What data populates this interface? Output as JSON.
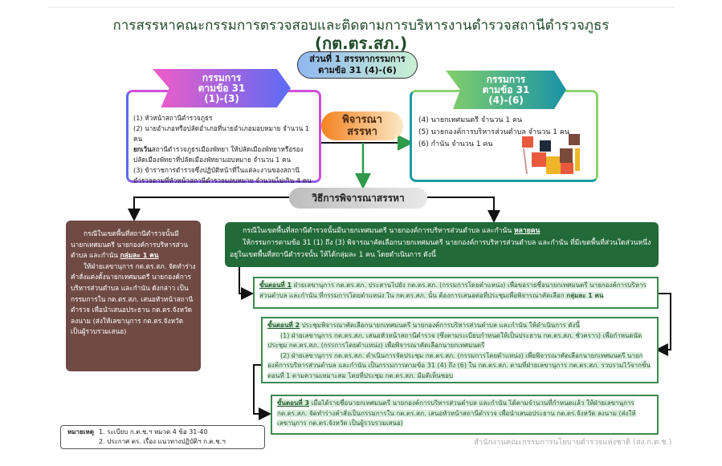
{
  "title": "การสรรหาคณะกรรมการตรวจสอบและติดตามการบริหารงานตำรวจสถานีตำรวจภูธร",
  "subtitle": "(กต.ตร.สภ.)",
  "section_pill": {
    "line1": "ส่วนที่ 1 สรรหากรรมการ",
    "line2": "ตามข้อ 31 (4)-(6)"
  },
  "left_panel": {
    "ribbon": [
      "กรรมการ",
      "ตามข้อ 31",
      "(1)-(3)"
    ],
    "items": [
      "(1) หัวหน้าสถานีตำรวจภูธร",
      "(2) นายอำเภอหรือปลัดอำเภอที่นายอำเภอมอบหมาย จำนวน 1 คน",
      "ยกเว้น",
      "สถานีตำรวจภูธรเมืองพัทยา ให้ปลัดเมืองพัทยาหรือรองปลัดเมืองพัทยาที่ปลัดเมืองพัทยามอบหมาย จำนวน 1 คน",
      "(3) ข้าราชการตำรวจซึ่งปฏิบัติหน้าที่ในแต่ละงานของสถานีตำรวจตามที่หัวหน้าสถานีตำรวจมอบหมาย จำนวนไม่เกิน 4 คน"
    ]
  },
  "right_panel": {
    "ribbon": [
      "กรรมการ",
      "ตามข้อ 31",
      "(4)-(6)"
    ],
    "items": [
      "(4) นายกเทศมนตรี จำนวน 1 คน",
      "(5) นายกองค์การบริหารส่วนตำบล จำนวน 1 คน",
      "(6) กำนัน จำนวน 1 คน"
    ]
  },
  "center_label": {
    "line1": "พิจารณา",
    "line2": "สรรหา"
  },
  "method_label": "วิธีการพิจารณาสรรหา",
  "single_case": {
    "intro": "กรณีในเขตพื้นที่สถานีตำรวจนั้นมี นายกเทศมนตรี นายกองค์การบริหารส่วนตำบล และกำนัน ",
    "emph": "กลุ่มละ 1 คน",
    "body": "ให้ฝ่ายเลขานุการ กต.ตร.สภ. จัดทำร่างคำสั่งแต่งตั้งนายกเทศมนตรี นายกองค์การบริหารส่วนตำบล และกำนัน ดังกล่าว เป็นกรรมการใน กต.ตร.สภ. เสนอหัวหน้าสถานีตำรวจ เพื่อนำเสนอประธาน กต.ตร.จังหวัด ลงนาม (ส่งให้เลขานุการ กต.ตร.จังหวัด เป็นผู้รวบรวมเสนอ)"
  },
  "multi_case": {
    "intro": "กรณีในเขตพื้นที่สถานีตำรวจนั้นมีนายกเทศมนตรี นายกองค์การบริหารส่วนตำบล และกำนัน ",
    "emph": "หลายคน",
    "body": "ให้กรรมการตามข้อ 31 (1) ถึง (3) พิจารณาคัดเลือกนายกเทศมนตรี นายกองค์การบริหารส่วนตำบล และกำนัน ที่มีเขตพื้นที่ส่วนใดส่วนหนึ่งอยู่ในเขตพื้นที่สถานีตำรวจนั้น ให้ได้กลุ่มละ 1 คน โดยดำเนินการ ดังนี้"
  },
  "steps": [
    {
      "label": "ขั้นตอนที่ 1",
      "text": " ฝ่ายเลขานุการ กต.ตร.สภ. ประสานไปยัง กต.ตร.สภ. (กรรมการโดยตำแหน่ง) เพื่อขอรายชื่อนายกเทศมนตรี นายกองค์การบริหารส่วนตำบล และกำนัน ที่กรรมการโดยตำแหน่ง ใน กต.ตร.สภ. นั้น ต้องการเสนอต่อที่ประชุมเพื่อพิจารณาคัดเลือก ",
      "emph": "กลุ่มละ 1 คน"
    },
    {
      "label": "ขั้นตอนที่ 2",
      "text": " ประชุมพิจารณาคัดเลือกนายกเทศมนตรี นายกองค์การบริหารส่วนตำบล และกำนัน ให้ดำเนินการ ดังนี้",
      "sub1": "(1) ฝ่ายเลขานุการ กต.ตร.สภ. เสนอหัวหน้าสถานีตำรวจ (ซึ่งตามระเบียบกำหนดให้เป็นประธาน กต.ตร.สภ. ชั่วคราว) เพื่อกำหนดนัดประชุม กต.ตร.สภ. (กรรการโดยตำแหน่ง) เพื่อพิจารณาคัดเลือกนายกเทศมนตรี",
      "sub2": "(2) ฝ่ายเลขานุการ กต.ตร.สภ. ดำเนินการจัดประชุม กต.ตร.สภ. (กรรมการโดยตำแหน่ง) เพื่อพิจารณาคัดเลือกนายกเทศมนตรี นายกองค์การบริหารส่วนตำบล และกำนัน เป็นกรรมการตามข้อ 31 (4) ถึง (6) ใน กต.ตร.สภ. ตามที่ฝ่ายเลขานุการ กต.ตร.สภ. รวบรวมไว้จากขั้นตอนที่ 1 ตามความเหมาะสม โดยที่ประชุม กต.ตร.สภ. มีมติเห็นชอบ"
    },
    {
      "label": "ขั้นตอนที่ 3",
      "text": "  เมื่อได้รายชื่อนายกเทศมนตรี นายกองค์การบริหารส่วนตำบล และกำนัน ได้ตามจำนวนที่กำหนดแล้ว ให้ฝ่ายเลขานุการ กต.ตร.สภ. จัดทำร่างคำสั่งเป็นกรรมการใน กต.ตร.สภ. เสนอหัวหน้าสถานีตำรวจ เพื่อนำเสนอประธาน กต.ตร.จังหวัด ลงนาม (ส่งให้เลขานุการ กต.ตร.จังหวัด เป็นผู้รวบรวมเสนอ)"
    }
  ],
  "note": {
    "label": "หมายเหตุ",
    "items": [
      "1. ระเบียบ ก.ต.ช.ฯ หมวด 4 ข้อ 31-40",
      "2. ประกาศ ตร. เรื่อง แนวทางปฏิบัติฯ ก.ต.ช.ฯ"
    ]
  },
  "footer": "สำนักงานคณะกรรมการนโยบายตำรวจแห่งชาติ (สง.ก.ต.ช.)",
  "colors": {
    "title": "#1f4a2a",
    "brown": "#6f4a44",
    "green": "#226a38",
    "orange": "#f58220"
  }
}
